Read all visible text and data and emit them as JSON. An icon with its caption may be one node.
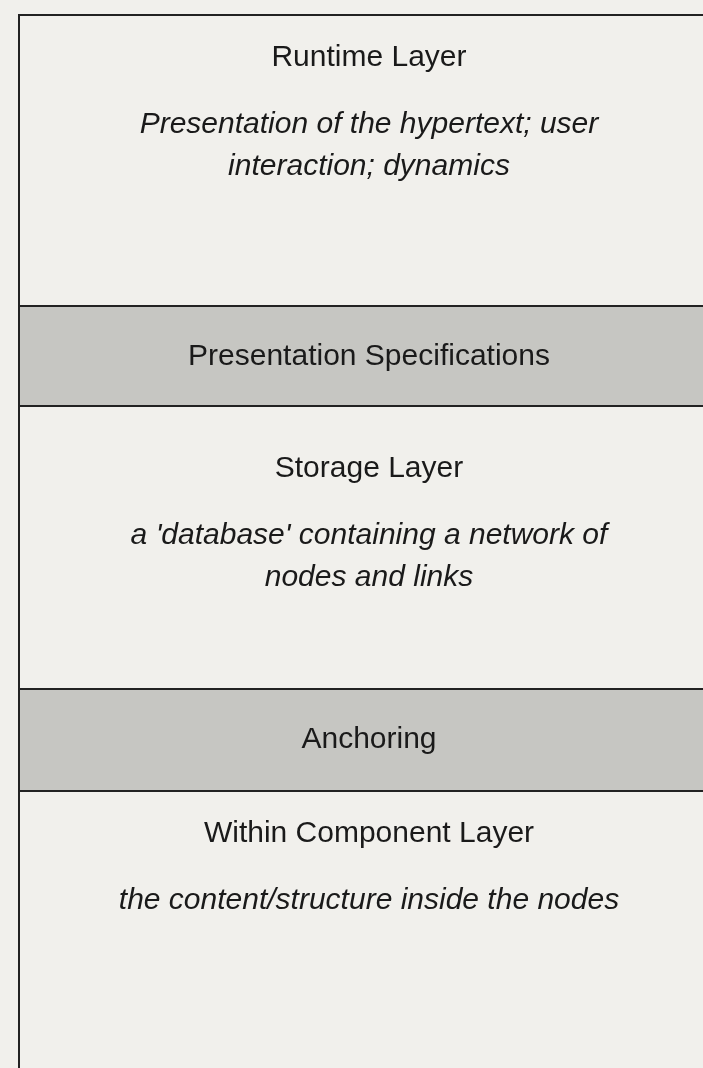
{
  "diagram": {
    "nodes": [
      {
        "text": [
          "Runtime Layer",
          "Presentation of the hypertext; user interaction; dynamics"
        ]
      },
      {
        "text": [
          "Presentation Specifications"
        ]
      },
      {
        "text": [
          "Storage Layer",
          "a 'database' containing a network of nodes and links"
        ]
      },
      {
        "text": [
          "Anchoring"
        ]
      },
      {
        "text": [
          "Within Component Layer",
          "the content/structure inside the nodes"
        ]
      }
    ]
  }
}
